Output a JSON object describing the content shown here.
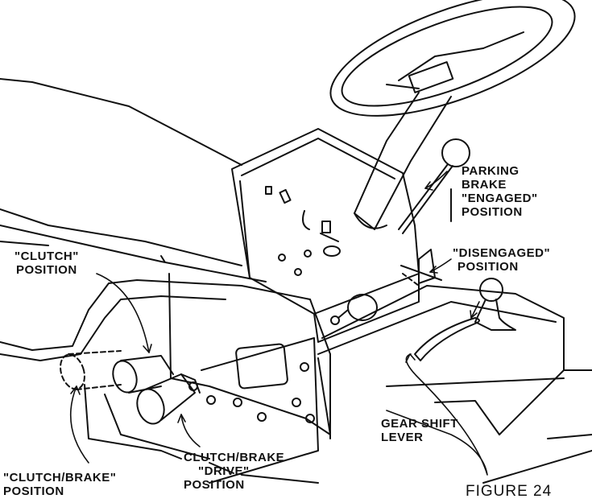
{
  "labels": {
    "parking_brake_engaged": [
      "PARKING",
      "BRAKE",
      "\"ENGAGED\"",
      "POSITION"
    ],
    "disengaged": [
      "\"DISENGAGED\"",
      "POSITION"
    ],
    "clutch": [
      "\"CLUTCH\"",
      "POSITION"
    ],
    "gear_shift_lever": [
      "GEAR SHIFT",
      "LEVER"
    ],
    "clutch_brake_drive": [
      "CLUTCH/BRAKE",
      "\"DRIVE\"",
      "POSITION"
    ],
    "clutch_brake": [
      "\"CLUTCH/BRAKE\"",
      "POSITION"
    ],
    "figure_caption": "FIGURE 24"
  }
}
